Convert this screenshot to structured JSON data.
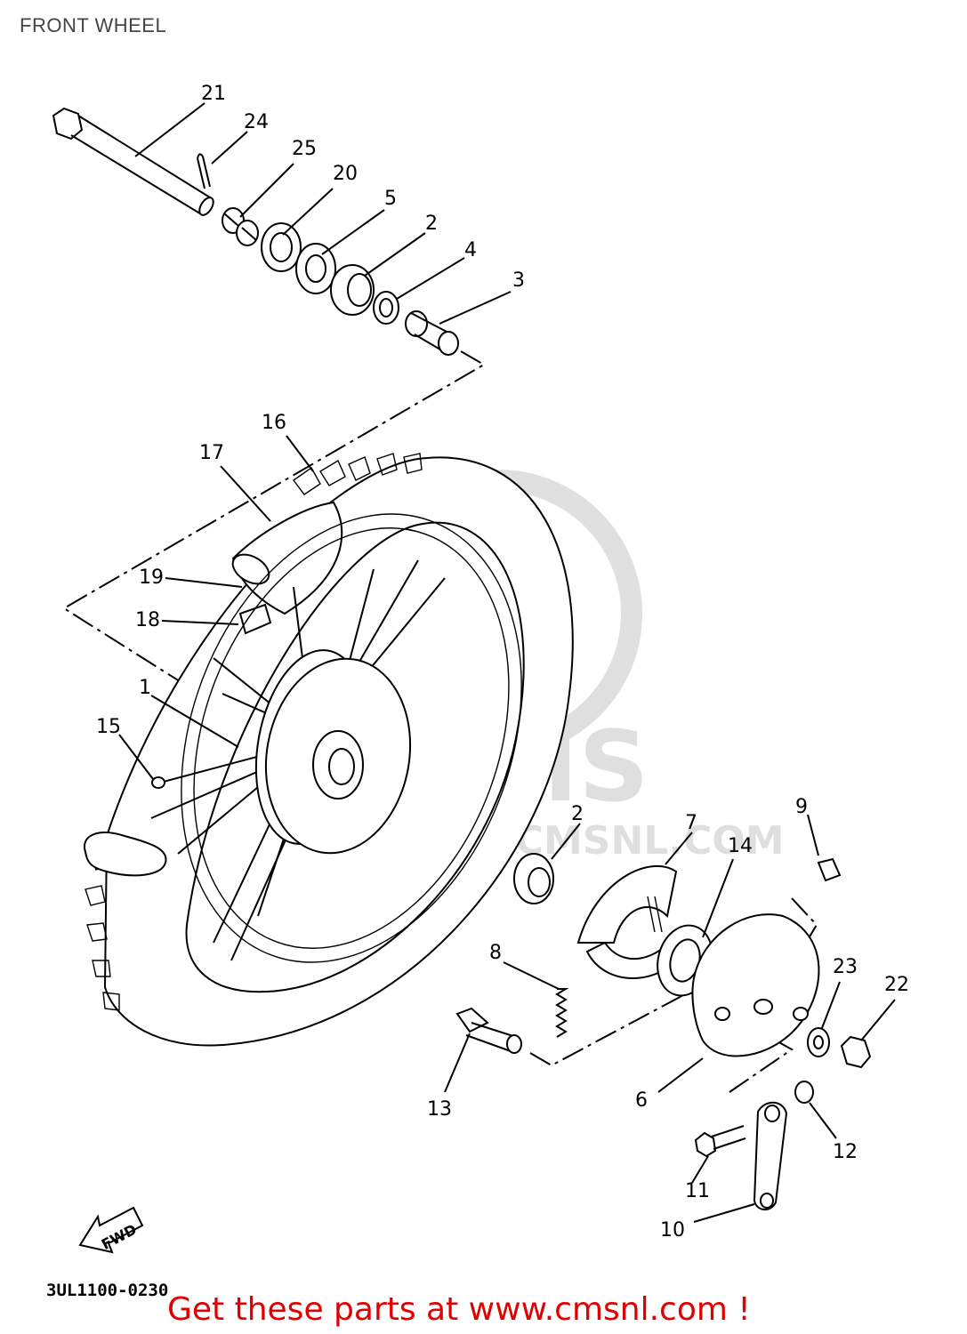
{
  "title": "FRONT WHEEL",
  "drawing_code": "3UL1100-0230",
  "promo_text": "Get these parts at www.cmsnl.com !",
  "watermark": "CMS WWW.CMSNL.COM",
  "fwd_label": "FWD",
  "callouts": {
    "c1": "1",
    "c2a": "2",
    "c2b": "2",
    "c3": "3",
    "c4": "4",
    "c5": "5",
    "c6": "6",
    "c7": "7",
    "c8": "8",
    "c9": "9",
    "c10": "10",
    "c11": "11",
    "c12": "12",
    "c13": "13",
    "c14": "14",
    "c15": "15",
    "c16": "16",
    "c17": "17",
    "c18": "18",
    "c19": "19",
    "c20": "20",
    "c21": "21",
    "c22": "22",
    "c23": "23",
    "c24": "24",
    "c25": "25"
  }
}
